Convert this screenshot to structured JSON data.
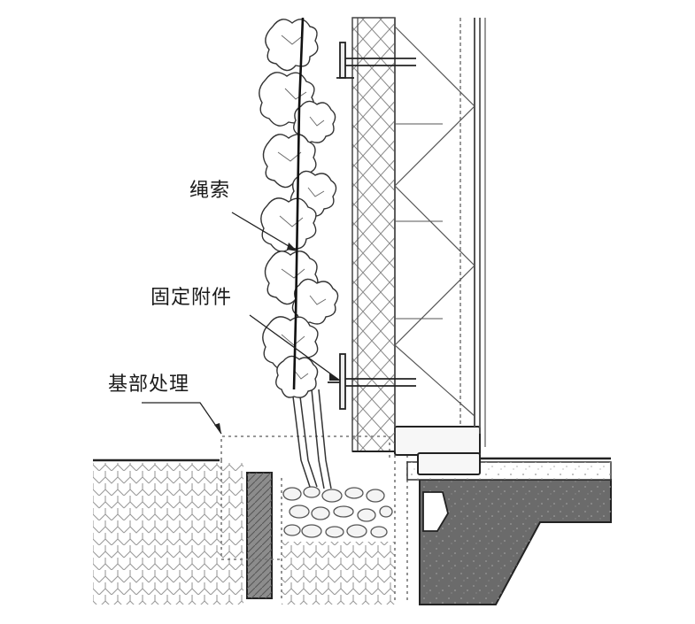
{
  "diagram": {
    "labels": {
      "rope": "绳索",
      "fixing_attachment": "固定附件",
      "base_treatment": "基部处理"
    }
  }
}
